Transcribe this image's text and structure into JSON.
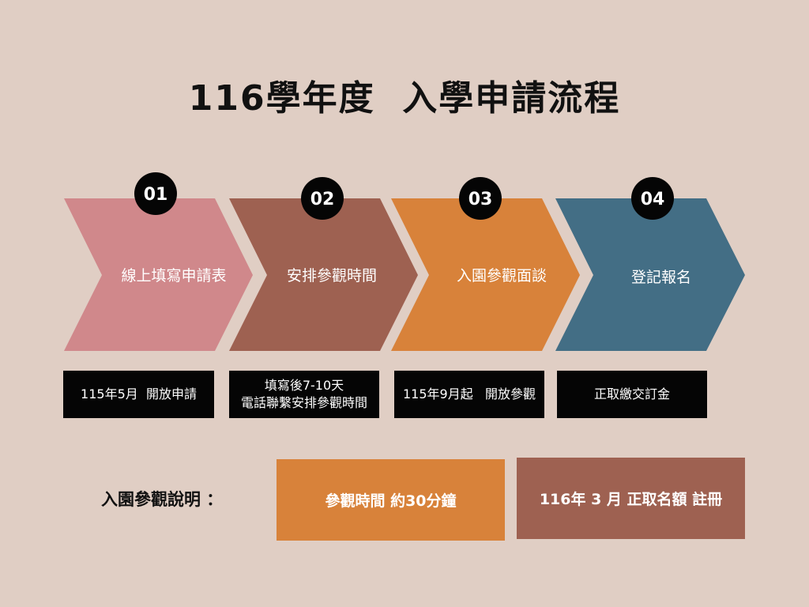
{
  "title": "116學年度  入學申請流程",
  "colors": {
    "background": "#e0cec4",
    "step1": "#d0888b",
    "step2": "#9e6151",
    "step3": "#d8823a",
    "step4": "#436e85",
    "badge": "#050505",
    "note": "#050505"
  },
  "steps": [
    {
      "number": "01",
      "label": "線上填寫申請表",
      "note": [
        "115年5月  開放申請"
      ]
    },
    {
      "number": "02",
      "label": "安排參觀時間",
      "note": [
        "填寫後7-10天",
        "電話聯繫安排參觀時間"
      ]
    },
    {
      "number": "03",
      "label": "入園參觀面談",
      "note": [
        "115年9月起   開放參觀"
      ]
    },
    {
      "number": "04",
      "label": "登記報名",
      "note": [
        "正取繳交訂金"
      ]
    }
  ],
  "info": {
    "label": "入園參觀說明 ：",
    "box1": "參觀時間 約30分鐘",
    "box2": "116年 3 月 正取名額 註冊"
  }
}
